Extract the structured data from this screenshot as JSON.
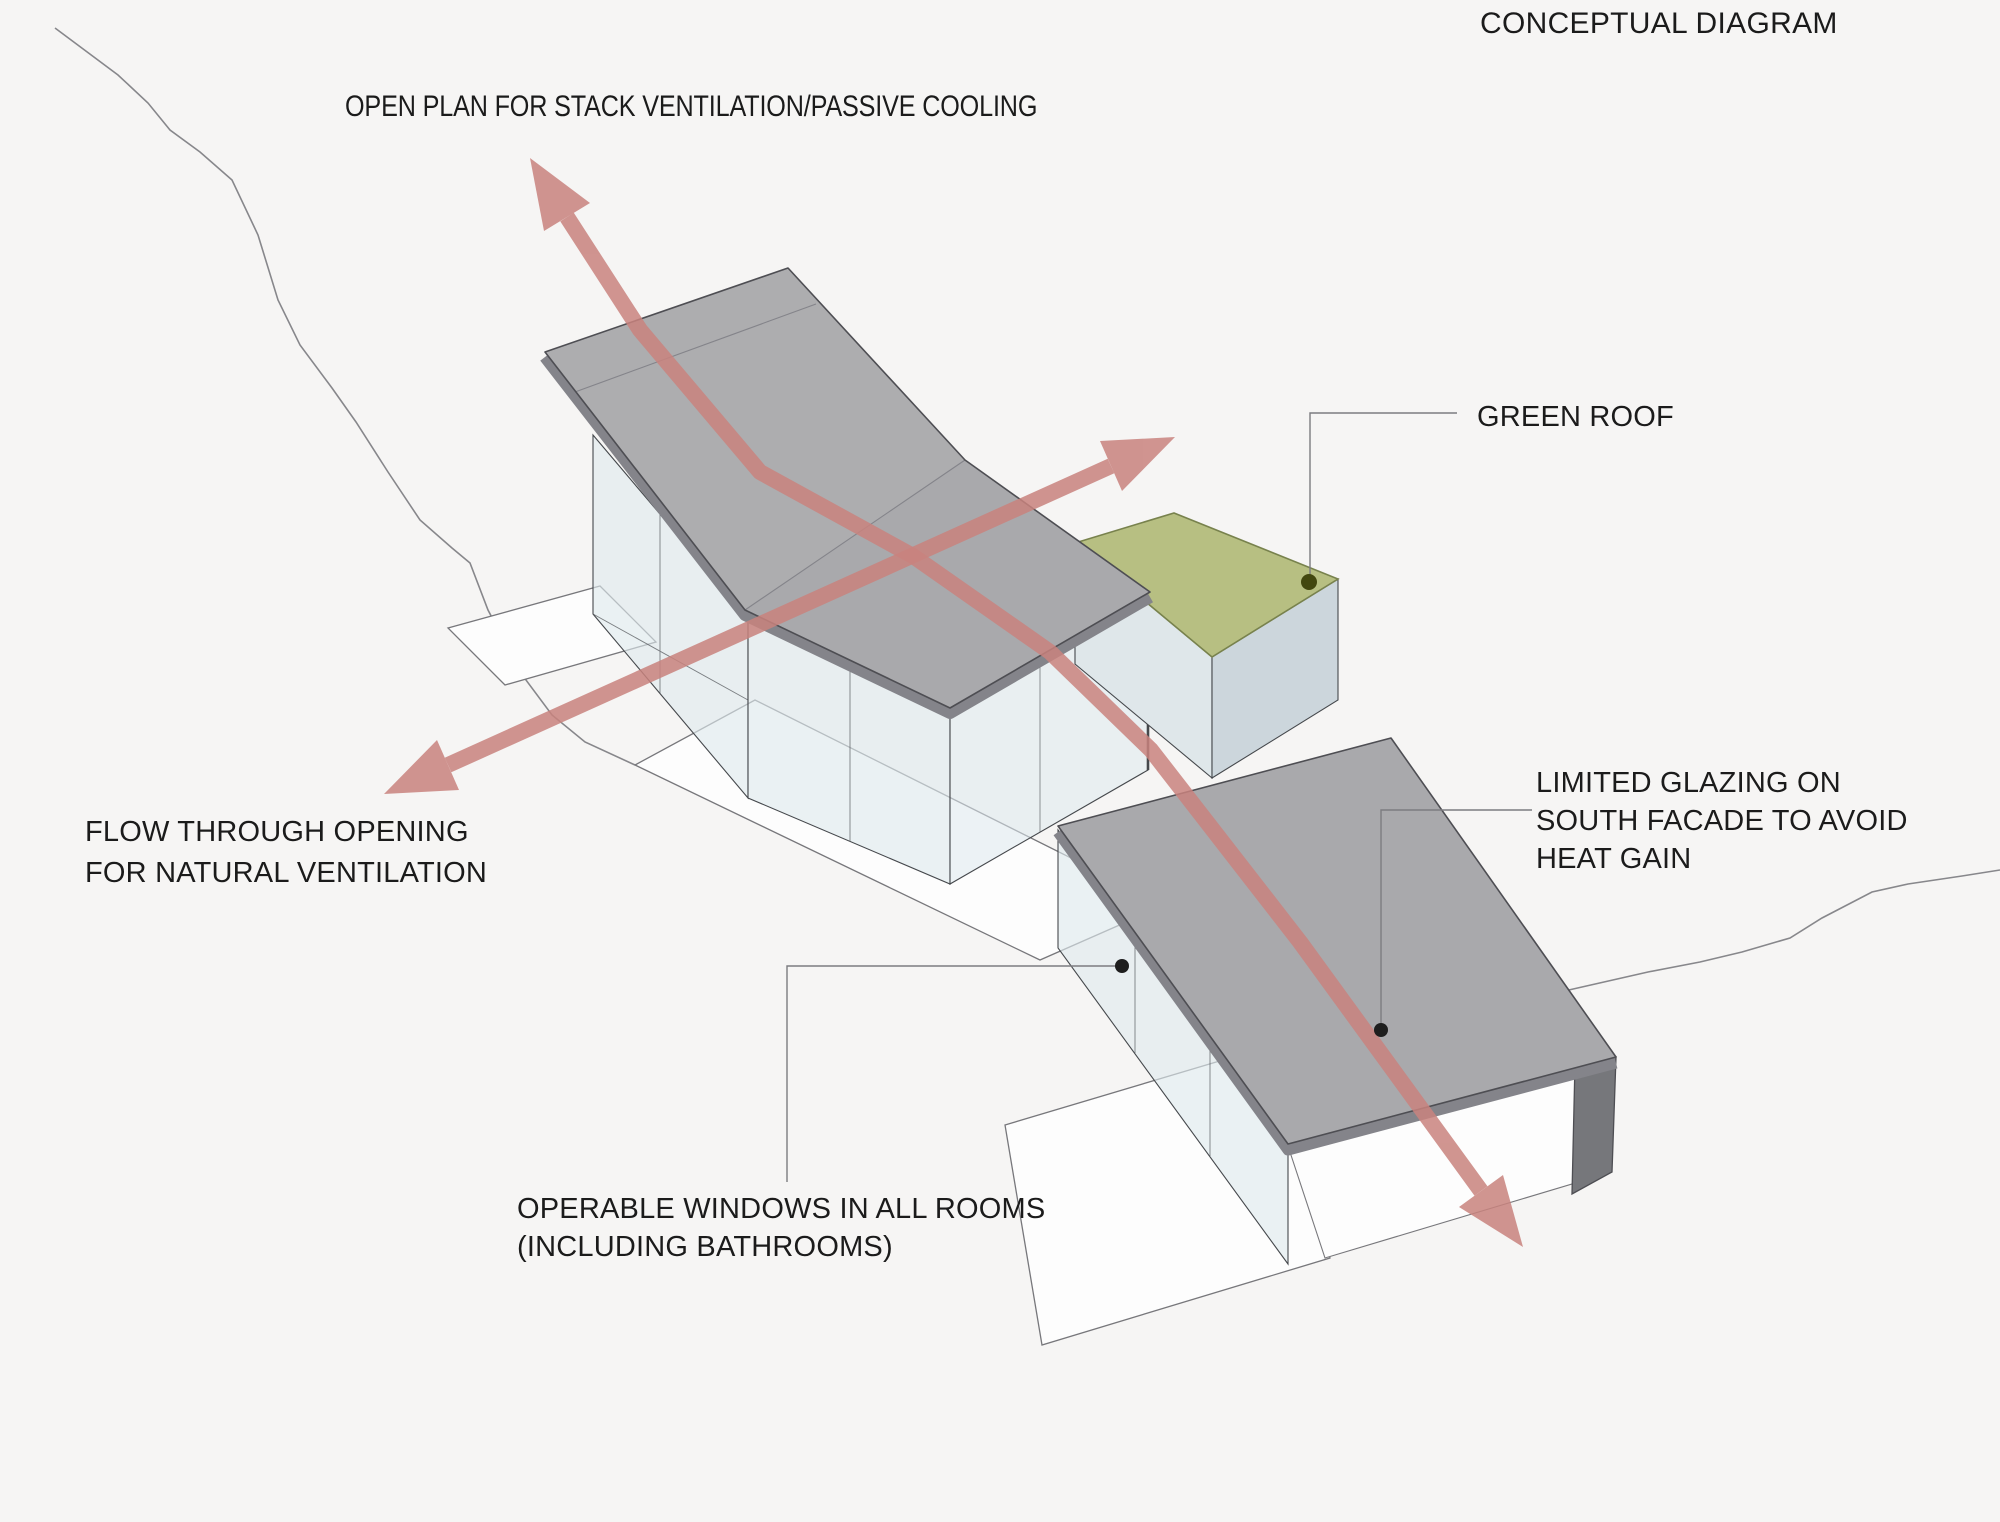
{
  "title": "CONCEPTUAL DIAGRAM",
  "annotations": {
    "open_plan": {
      "text": "OPEN PLAN FOR STACK VENTILATION/PASSIVE COOLING"
    },
    "green_roof": {
      "text": "GREEN ROOF"
    },
    "limited_glazing": {
      "lines": [
        "LIMITED GLAZING ON",
        "SOUTH FACADE TO AVOID",
        "HEAT GAIN"
      ]
    },
    "flow_through": {
      "lines": [
        "FLOW THROUGH OPENING",
        "FOR NATURAL VENTILATION"
      ]
    },
    "operable_windows": {
      "lines": [
        "OPERABLE WINDOWS IN ALL ROOMS",
        "(INCLUDING BATHROOMS)"
      ]
    }
  },
  "colors": {
    "background": "#f6f5f4",
    "text": "#1b1b1b",
    "roof_gray": "#a9a9ac",
    "roof_gray_light": "#adadaf",
    "roof_edge": "#4e4e53",
    "roof_thickness": "#84848a",
    "roof_fold_line": "#84848a",
    "dark_cap": "#76777b",
    "green_roof": "#b7bf82",
    "green_roof_edge": "#78824d",
    "green_side": "#ccd6dc",
    "green_front": "#dfe7ea",
    "glass": "#dfeaee",
    "glass_edge": "#45484c",
    "mullion": "#55585c",
    "white_deck": "#fdfdfd",
    "deck_edge": "#77777b",
    "terrain_line": "#87878b",
    "leader_line": "#7c7c80",
    "leader_dot": "#1e1e1e",
    "green_leader_dot": "#42470f",
    "arrow": "#c9837e"
  }
}
